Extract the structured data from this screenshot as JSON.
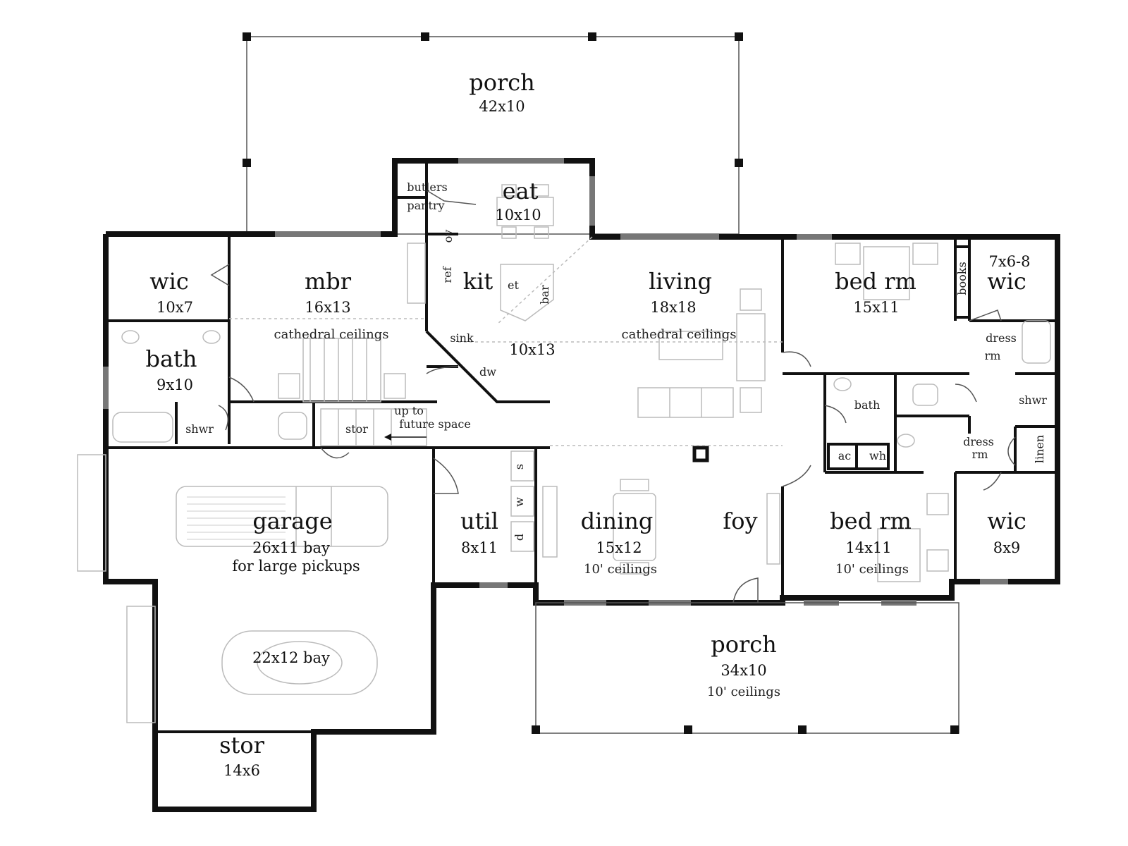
{
  "rooms": {
    "porch_rear": {
      "name": "porch",
      "dim": "42x10"
    },
    "eat": {
      "name": "eat",
      "dim": "10x10"
    },
    "butlers": {
      "line1": "butlers",
      "line2": "pantry"
    },
    "wic_master": {
      "name": "wic",
      "dim": "10x7"
    },
    "mbr": {
      "name": "mbr",
      "dim": "16x13",
      "note": "cathedral ceilings"
    },
    "bath_master": {
      "name": "bath",
      "dim": "9x10"
    },
    "shwr_master": {
      "name": "shwr"
    },
    "kit": {
      "name": "kit",
      "dim": "10x13"
    },
    "living": {
      "name": "living",
      "dim": "18x18",
      "note": "cathedral ceilings"
    },
    "bed1": {
      "name": "bed rm",
      "dim": "15x11"
    },
    "books": {
      "name": "books"
    },
    "wic_bed1": {
      "name": "wic",
      "dim": "7x6-8"
    },
    "dress1": {
      "line1": "dress",
      "line2": "rm"
    },
    "shwr_hall": {
      "name": "shwr"
    },
    "bath_hall": {
      "name": "bath"
    },
    "ac": {
      "name": "ac"
    },
    "wh": {
      "name": "wh"
    },
    "dress2": {
      "line1": "dress",
      "line2": "rm"
    },
    "linen": {
      "name": "linen"
    },
    "stor_hall": {
      "name": "stor"
    },
    "future": {
      "line1": "up to",
      "line2": "future space"
    },
    "garage": {
      "name": "garage",
      "dim": "26x11 bay",
      "note": "for large pickups"
    },
    "bay2": {
      "dim": "22x12 bay"
    },
    "util": {
      "name": "util",
      "dim": "8x11"
    },
    "dining": {
      "name": "dining",
      "dim": "15x12",
      "note": "10' ceilings"
    },
    "foy": {
      "name": "foy"
    },
    "bed2": {
      "name": "bed rm",
      "dim": "14x11",
      "note": "10' ceilings"
    },
    "wic_bed2": {
      "name": "wic",
      "dim": "8x9"
    },
    "porch_front": {
      "name": "porch",
      "dim": "34x10",
      "note": "10' ceilings"
    },
    "stor_garage": {
      "name": "stor",
      "dim": "14x6"
    }
  },
  "fixtures": {
    "ov": "ov",
    "ref": "ref",
    "et": "et",
    "bar": "bar",
    "sink": "sink",
    "dw": "dw",
    "s": "s",
    "w": "w",
    "d": "d"
  }
}
